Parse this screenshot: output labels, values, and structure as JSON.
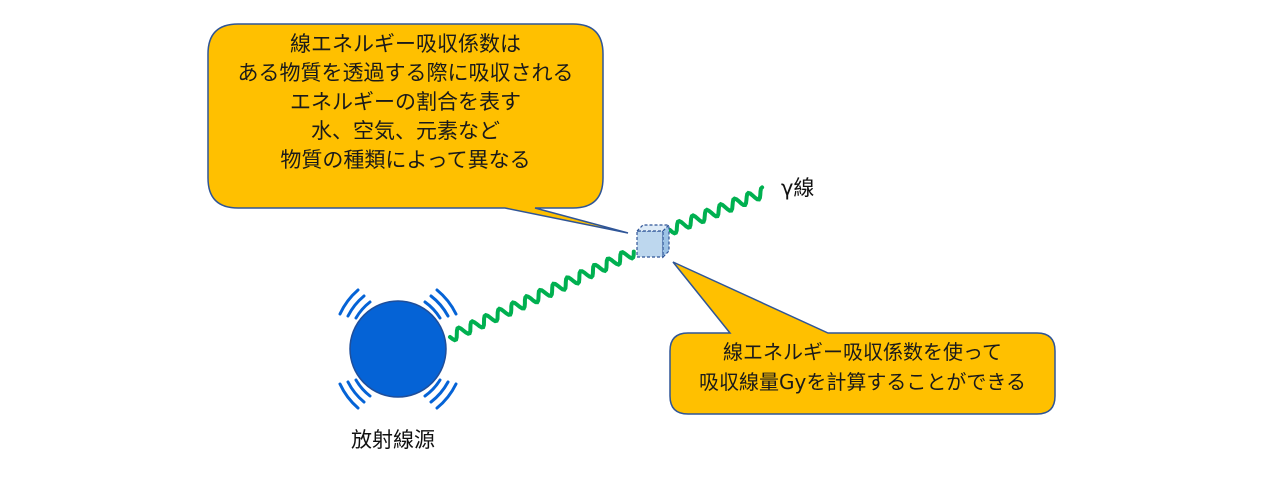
{
  "callout_top": {
    "lines": [
      "線エネルギー吸収係数は",
      "ある物質を透過する際に吸収される",
      "エネルギーの割合を表す",
      "水、空気、元素など",
      "物質の種類によって異なる"
    ]
  },
  "callout_bottom": {
    "lines": [
      "線エネルギー吸収係数を使って",
      "吸収線量Gyを計算することができる"
    ]
  },
  "gamma_label": "γ線",
  "source_label": "放射線源",
  "colors": {
    "callout_fill": "#FFC000",
    "callout_border": "#2F5597",
    "wave": "#00B050",
    "source": "#0563D6",
    "source_arcs": "#0563D6",
    "cube_fill": "#BDD7EE",
    "cube_border": "#2F5597"
  }
}
